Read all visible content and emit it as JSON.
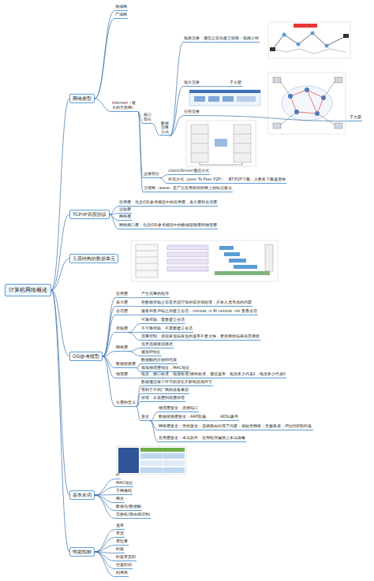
{
  "diagram": {
    "nodes": [
      {
        "text": [
          "计算机网络概述"
        ]
      },
      {
        "text": [
          "网络类型"
        ]
      },
      {
        "text": [
          "局域网"
        ]
      },
      {
        "text": [
          "广域网"
        ]
      },
      {
        "text": [
          "Internet（最大的互联网）"
        ]
      },
      {
        "text": [
          "核心部分"
        ]
      },
      {
        "text": [
          "数据交换方式"
        ]
      },
      {
        "text": [
          "电路交换：通信之前先建立链路：电路占线"
        ]
      },
      {
        "text": [
          "报文交换"
        ]
      },
      {
        "text": [
          "子主题"
        ]
      },
      {
        "text": [
          "分组交换"
        ]
      },
      {
        "text": [
          "子主题"
        ]
      },
      {
        "text": [
          "边缘部分"
        ]
      },
      {
        "text": [
          "client/Server通信方式"
        ]
      },
      {
        "text": [
          "对等方式（peer To Peer P2P）：BT/P2P下载，人数多下载速度快"
        ]
      },
      {
        "text": [
          "万维网（www）是广泛应用在因特网上的站点集合"
        ]
      },
      {
        "text": [
          "TCP/IP四层协议"
        ]
      },
      {
        "text": [
          "应用层：包含OSI参考模型中的应用层，表示层和会话层"
        ]
      },
      {
        "text": [
          "运输层"
        ]
      },
      {
        "text": [
          "网络层"
        ]
      },
      {
        "text": [
          "网络接口层：包含OSI参考模型中的数据链路层和物理层"
        ]
      },
      {
        "text": [
          "五层结构的数据单元"
        ]
      },
      {
        "text": [
          "OSI参考模型"
        ]
      },
      {
        "text": [
          "应用层"
        ]
      },
      {
        "text": [
          "产生流量的程序"
        ]
      },
      {
        "text": [
          "表示层"
        ]
      },
      {
        "text": [
          "在数据传输之前是否进行加密或压缩处理：开发人员考虑的问题"
        ]
      },
      {
        "text": [
          "会话层"
        ]
      },
      {
        "text": [
          "服务和客户端之间建立会话：netstat -n 和 netstat -nb 查看会话"
        ]
      },
      {
        "text": [
          "传输层"
        ]
      },
      {
        "text": [
          "可靠传输：需要建立会话"
        ]
      },
      {
        "text": [
          "不可靠传输：不需要建立会话"
        ]
      },
      {
        "text": [
          "流量控制：使得发送端发送的速率不要太快，要使接收端来得及接收"
        ]
      },
      {
        "text": [
          "网络层"
        ]
      },
      {
        "text": [
          "负责选择最佳路径"
        ]
      },
      {
        "text": [
          "规划IP地址"
        ]
      },
      {
        "text": [
          "数据链路层"
        ]
      },
      {
        "text": [
          "数据帧的开始和结束"
        ]
      },
      {
        "text": [
          "添加物理层地址，MAC地址"
        ]
      },
      {
        "text": [
          "物理层"
        ]
      },
      {
        "text": [
          "电压，接口标准，电缆标准/接线标准，通信速率：电压多少代表1，电压多少代表0"
        ]
      },
      {
        "text": [
          "分层的意义"
        ]
      },
      {
        "text": [
          "数据通信每个环节的变化不影响其他环节"
        ]
      },
      {
        "text": [
          "有利于不同厂商的设备兼容"
        ]
      },
      {
        "text": [
          "排错：从底层到高层排错"
        ]
      },
      {
        "text": [
          "安全"
        ]
      },
      {
        "text": [
          "物理层安全：连接端口"
        ]
      },
      {
        "text": [
          "数据链路层安全：ARP欺骗"
        ]
      },
      {
        "text": [
          "ADSL拨号"
        ]
      },
      {
        "text": [
          "网络层安全：无线安全：选择路由出现了问题：例如无网络；无服务器；IP访问控制列表"
        ]
      },
      {
        "text": [
          "应用层安全：木马软件：应用程序漏洞上木马病毒"
        ]
      },
      {
        "text": [
          "基本名词"
        ]
      },
      {
        "text": [
          "IP"
        ]
      },
      {
        "text": [
          "MAC地址"
        ]
      },
      {
        "text": [
          "子网掩码"
        ]
      },
      {
        "text": [
          "网关"
        ]
      },
      {
        "text": [
          "数据包/数据帧"
        ]
      },
      {
        "text": [
          "交换机/路由器(DN)"
        ]
      },
      {
        "text": [
          "性能指标"
        ]
      },
      {
        "text": [
          "速率"
        ]
      },
      {
        "text": [
          "带宽"
        ]
      },
      {
        "text": [
          "吞吐量"
        ]
      },
      {
        "text": [
          "时延"
        ]
      },
      {
        "text": [
          "时延带宽积"
        ]
      },
      {
        "text": [
          "往返时间"
        ]
      },
      {
        "text": [
          "利用率"
        ]
      }
    ],
    "edges": [
      {
        "from": 0,
        "to": 1,
        "arrow": "none"
      },
      {
        "from": 0,
        "to": 16,
        "arrow": "none"
      },
      {
        "from": 0,
        "to": 21,
        "arrow": "none"
      },
      {
        "from": 0,
        "to": 22,
        "arrow": "none"
      },
      {
        "from": 0,
        "to": 51,
        "arrow": "none"
      },
      {
        "from": 0,
        "to": 58,
        "arrow": "none"
      },
      {
        "from": 1,
        "to": 2,
        "arrow": "none"
      },
      {
        "from": 1,
        "to": 3,
        "arrow": "none"
      },
      {
        "from": 1,
        "to": 4,
        "arrow": "none"
      },
      {
        "from": 4,
        "to": 5,
        "arrow": "none"
      },
      {
        "from": 4,
        "to": 12,
        "arrow": "none"
      },
      {
        "from": 4,
        "to": 15,
        "arrow": "none"
      },
      {
        "from": 5,
        "to": 6,
        "arrow": "none"
      },
      {
        "from": 6,
        "to": 7,
        "arrow": "none"
      },
      {
        "from": 6,
        "to": 8,
        "arrow": "none"
      },
      {
        "from": 6,
        "to": 10,
        "arrow": "none"
      },
      {
        "from": 8,
        "to": 9,
        "arrow": "none"
      },
      {
        "from": 10,
        "to": 11,
        "arrow": "none"
      },
      {
        "from": 12,
        "to": 13,
        "arrow": "none"
      },
      {
        "from": 12,
        "to": 14,
        "arrow": "none"
      },
      {
        "from": 16,
        "to": 17,
        "arrow": "none"
      },
      {
        "from": 16,
        "to": 18,
        "arrow": "none"
      },
      {
        "from": 16,
        "to": 19,
        "arrow": "none"
      },
      {
        "from": 16,
        "to": 20,
        "arrow": "none"
      },
      {
        "from": 22,
        "to": 23,
        "arrow": "none"
      },
      {
        "from": 22,
        "to": 25,
        "arrow": "none"
      },
      {
        "from": 22,
        "to": 27,
        "arrow": "none"
      },
      {
        "from": 22,
        "to": 29,
        "arrow": "none"
      },
      {
        "from": 22,
        "to": 33,
        "arrow": "none"
      },
      {
        "from": 22,
        "to": 36,
        "arrow": "none"
      },
      {
        "from": 22,
        "to": 39,
        "arrow": "none"
      },
      {
        "from": 22,
        "to": 41,
        "arrow": "none"
      },
      {
        "from": 23,
        "to": 24,
        "arrow": "none"
      },
      {
        "from": 25,
        "to": 26,
        "arrow": "none"
      },
      {
        "from": 27,
        "to": 28,
        "arrow": "none"
      },
      {
        "from": 29,
        "to": 30,
        "arrow": "none"
      },
      {
        "from": 29,
        "to": 31,
        "arrow": "none"
      },
      {
        "from": 29,
        "to": 32,
        "arrow": "none"
      },
      {
        "from": 33,
        "to": 34,
        "arrow": "none"
      },
      {
        "from": 33,
        "to": 35,
        "arrow": "none"
      },
      {
        "from": 36,
        "to": 37,
        "arrow": "none"
      },
      {
        "from": 36,
        "to": 38,
        "arrow": "none"
      },
      {
        "from": 39,
        "to": 40,
        "arrow": "none"
      },
      {
        "from": 41,
        "to": 42,
        "arrow": "none"
      },
      {
        "from": 41,
        "to": 43,
        "arrow": "none"
      },
      {
        "from": 41,
        "to": 44,
        "arrow": "none"
      },
      {
        "from": 41,
        "to": 45,
        "arrow": "none"
      },
      {
        "from": 45,
        "to": 46,
        "arrow": "none"
      },
      {
        "from": 45,
        "to": 47,
        "arrow": "none"
      },
      {
        "from": 45,
        "to": 49,
        "arrow": "none"
      },
      {
        "from": 45,
        "to": 50,
        "arrow": "none"
      },
      {
        "from": 47,
        "to": 48,
        "arrow": "none"
      },
      {
        "from": 51,
        "to": 52,
        "arrow": "none"
      },
      {
        "from": 51,
        "to": 53,
        "arrow": "none"
      },
      {
        "from": 51,
        "to": 54,
        "arrow": "none"
      },
      {
        "from": 51,
        "to": 55,
        "arrow": "none"
      },
      {
        "from": 51,
        "to": 56,
        "arrow": "none"
      },
      {
        "from": 51,
        "to": 57,
        "arrow": "none"
      },
      {
        "from": 58,
        "to": 59,
        "arrow": "none"
      },
      {
        "from": 58,
        "to": 60,
        "arrow": "none"
      },
      {
        "from": 58,
        "to": 61,
        "arrow": "none"
      },
      {
        "from": 58,
        "to": 62,
        "arrow": "none"
      },
      {
        "from": 58,
        "to": 63,
        "arrow": "none"
      },
      {
        "from": 58,
        "to": 64,
        "arrow": "none"
      },
      {
        "from": 58,
        "to": 65,
        "arrow": "none"
      }
    ]
  }
}
